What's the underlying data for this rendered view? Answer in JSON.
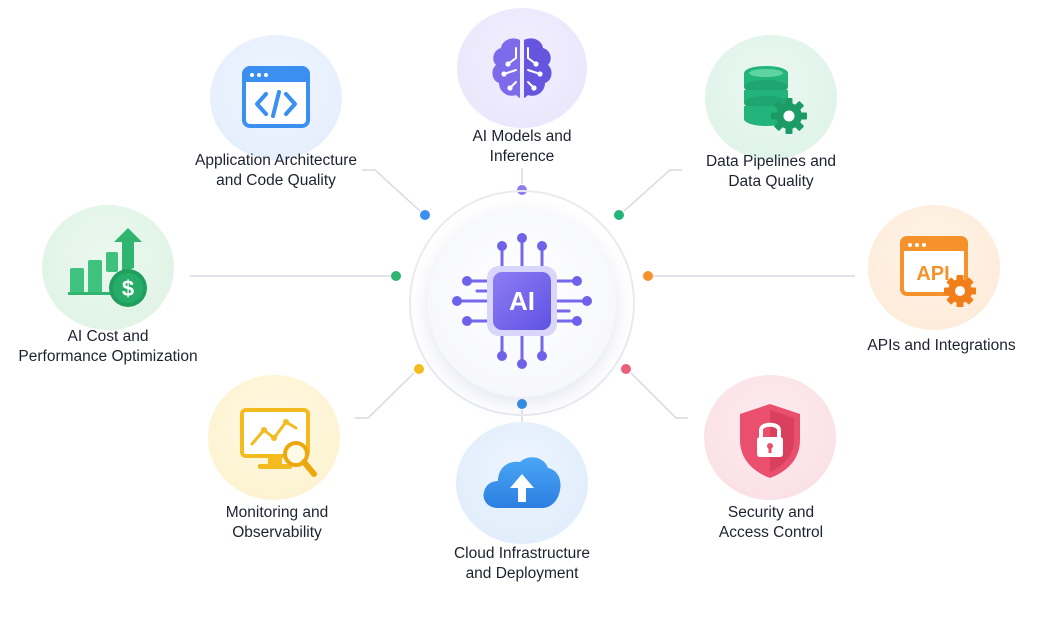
{
  "hub": {
    "label": "AI",
    "icon": "ai-chip-icon"
  },
  "nodes": [
    {
      "id": "ai-models",
      "lines": [
        "AI Models and",
        "Inference"
      ],
      "icon": "brain-icon",
      "color": "#7b6ef0"
    },
    {
      "id": "app-architecture",
      "lines": [
        "Application Architecture",
        "and Code Quality"
      ],
      "icon": "code-window-icon",
      "color": "#3b8ff0"
    },
    {
      "id": "data-pipelines",
      "lines": [
        "Data Pipelines and",
        "Data Quality"
      ],
      "icon": "database-gear-icon",
      "color": "#22b47a"
    },
    {
      "id": "ai-cost",
      "lines": [
        "AI Cost and",
        "Performance Optimization"
      ],
      "icon": "cost-growth-icon",
      "color": "#2fb56f"
    },
    {
      "id": "apis",
      "lines": [
        "APIs and Integrations"
      ],
      "icon": "api-gear-icon",
      "color": "#f5922b"
    },
    {
      "id": "monitoring",
      "lines": [
        "Monitoring and",
        "Observability"
      ],
      "icon": "monitor-analytics-icon",
      "color": "#f3bb1f"
    },
    {
      "id": "security",
      "lines": [
        "Security and",
        "Access Control"
      ],
      "icon": "shield-lock-icon",
      "color": "#ea4f6d"
    },
    {
      "id": "cloud",
      "lines": [
        "Cloud Infrastructure",
        "and Deployment"
      ],
      "icon": "cloud-upload-icon",
      "color": "#2f8fe6"
    }
  ]
}
